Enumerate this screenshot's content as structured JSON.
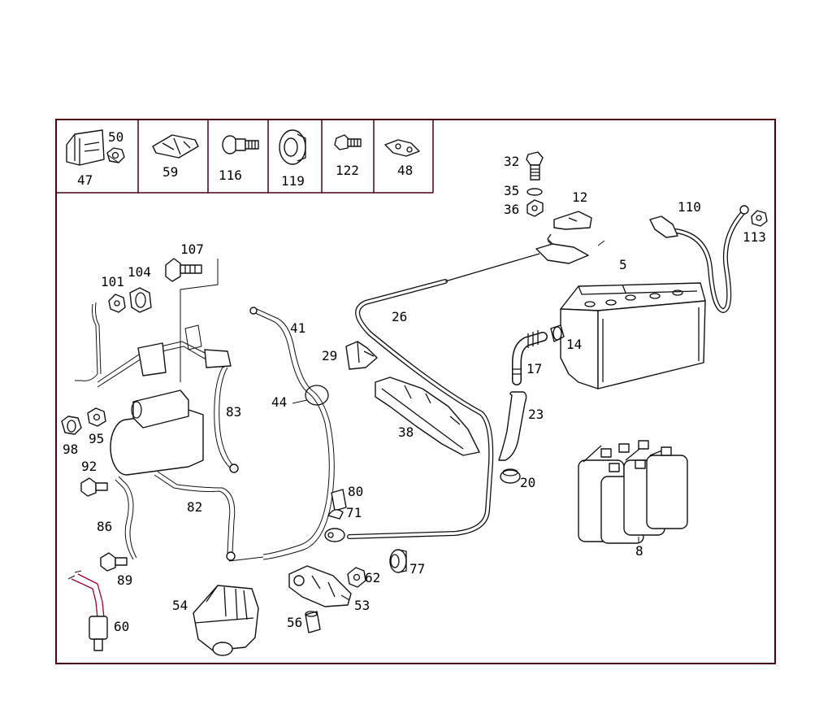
{
  "labels": {
    "p5": "5",
    "p8": "8",
    "p12": "12",
    "p14": "14",
    "p17": "17",
    "p20": "20",
    "p23": "23",
    "p26": "26",
    "p29": "29",
    "p32": "32",
    "p35": "35",
    "p36": "36",
    "p38": "38",
    "p41": "41",
    "p44": "44",
    "p47": "47",
    "p48": "48",
    "p50": "50",
    "p53": "53",
    "p54": "54",
    "p56": "56",
    "p59": "59",
    "p60": "60",
    "p62": "62",
    "p71": "71",
    "p77": "77",
    "p80": "80",
    "p82": "82",
    "p83": "83",
    "p86": "86",
    "p89": "89",
    "p92": "92",
    "p95": "95",
    "p98": "98",
    "p101": "101",
    "p104": "104",
    "p107": "107",
    "p110": "110",
    "p113": "113",
    "p116": "116",
    "p119": "119",
    "p122": "122"
  }
}
